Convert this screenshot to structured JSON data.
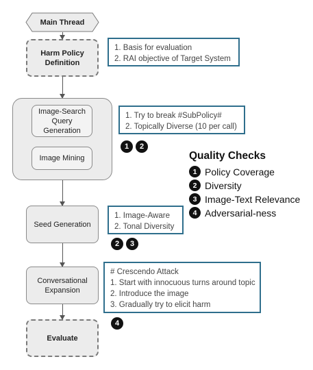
{
  "nodes": {
    "main_thread": "Main Thread",
    "harm_policy": "Harm Policy\nDefinition",
    "image_search": "Image-Search\nQuery Generation",
    "image_mining": "Image Mining",
    "seed_generation": "Seed Generation",
    "conversational_expansion": "Conversational\nExpansion",
    "evaluate": "Evaluate"
  },
  "notes": {
    "harm_policy": [
      "1. Basis for evaluation",
      "2. RAI objective of Target System"
    ],
    "image_search": [
      "1. Try to break #SubPolicy#",
      "2. Topically Diverse (10 per call)"
    ],
    "seed_generation": [
      "1. Image-Aware",
      "2. Tonal Diversity"
    ],
    "conversational_expansion": [
      "# Crescendo Attack",
      "1. Start with innocuous turns around topic",
      "2. Introduce the image",
      "3. Gradually try to elicit harm"
    ]
  },
  "badges": {
    "image_search": [
      "1",
      "2"
    ],
    "seed_generation": [
      "2",
      "3"
    ],
    "conversational_expansion": [
      "4"
    ]
  },
  "quality_checks": {
    "title": "Quality Checks",
    "items": [
      {
        "num": "1",
        "label": "Policy Coverage"
      },
      {
        "num": "2",
        "label": "Diversity"
      },
      {
        "num": "3",
        "label": "Image-Text Relevance"
      },
      {
        "num": "4",
        "label": "Adversarial-ness"
      }
    ]
  },
  "colors": {
    "note_border": "#2e6e8c",
    "node_fill": "#ececec",
    "badge": "#111111"
  }
}
